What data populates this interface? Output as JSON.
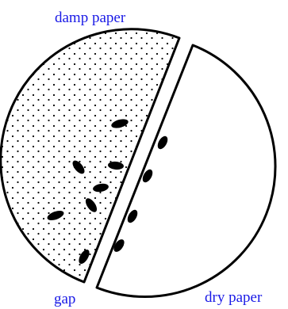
{
  "labels": {
    "damp_paper": "damp paper",
    "gap": "gap",
    "dry_paper": "dry paper"
  },
  "colors": {
    "label_text": "#1a1ae6",
    "outline": "#000000",
    "background": "#ffffff"
  }
}
